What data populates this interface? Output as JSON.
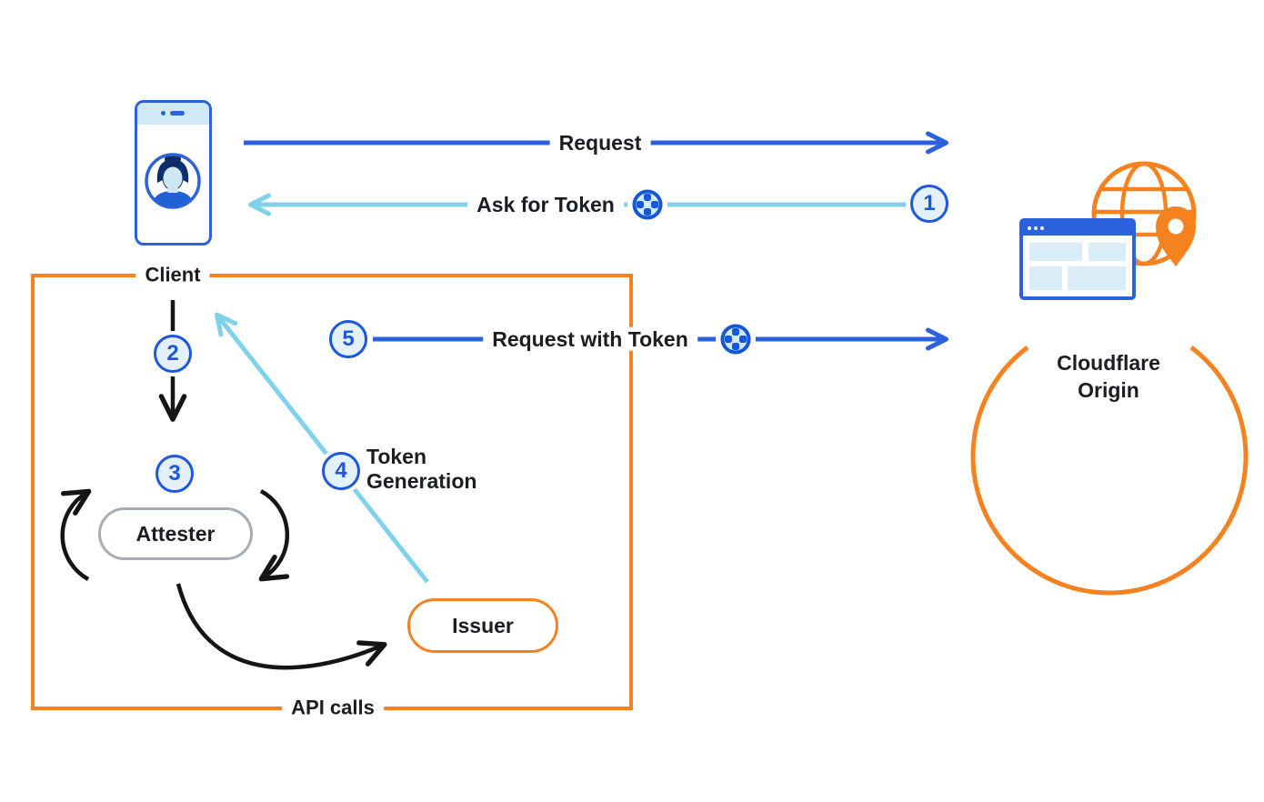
{
  "labels": {
    "client": "Client",
    "attester": "Attester",
    "issuer": "Issuer",
    "api_calls": "API calls",
    "request": "Request",
    "ask_for_token": "Ask for Token",
    "request_with_token": "Request with Token",
    "token_generation_line1": "Token",
    "token_generation_line2": "Generation",
    "origin_line1": "Cloudflare",
    "origin_line2": "Origin"
  },
  "steps": {
    "s1": "1",
    "s2": "2",
    "s3": "3",
    "s4": "4",
    "s5": "5"
  },
  "colors": {
    "arrow_blue": "#2b61dd",
    "arrow_light_blue": "#7fd2ea",
    "orange": "#f6821f",
    "step_circle_border": "#1c57dd",
    "step_circle_fill": "#e4f1fb",
    "attester_border": "#a6adb5",
    "black": "#1a1d21",
    "phone_light_blue": "#cfe9f7",
    "browser_block_blue": "#d9ecf8"
  },
  "icons": {
    "client": "phone-user-avatar-icon",
    "token": "token-icon",
    "origin_globe": "globe-icon",
    "origin_browser": "browser-window-icon",
    "origin_pin": "location-pin-icon"
  }
}
